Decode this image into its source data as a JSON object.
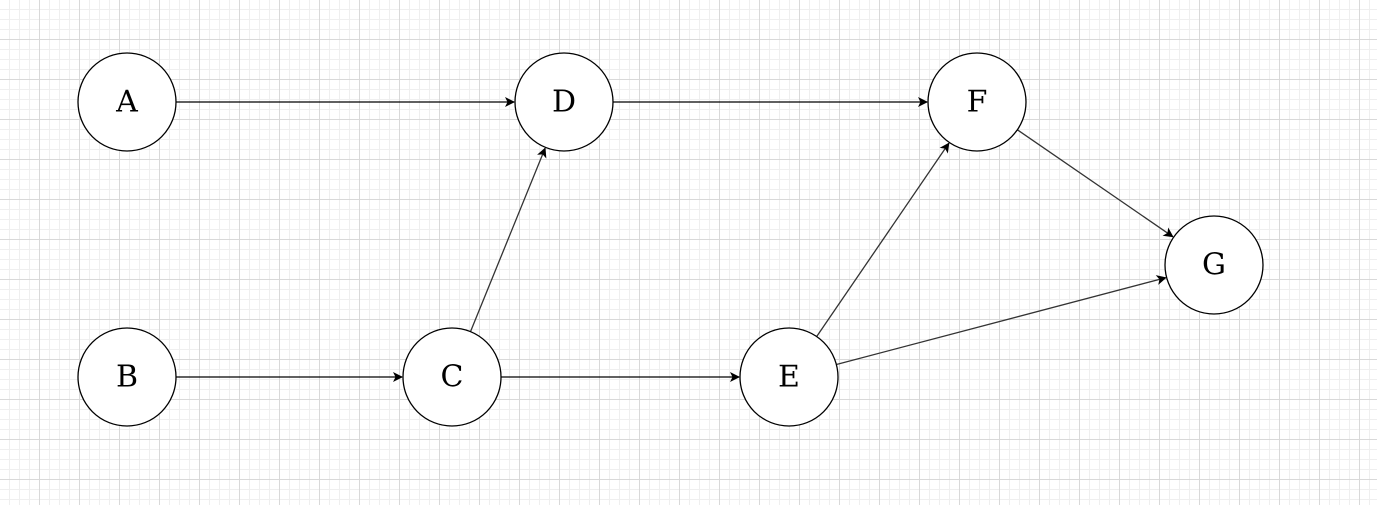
{
  "diagram": {
    "nodes": [
      {
        "id": "A",
        "label": "A"
      },
      {
        "id": "B",
        "label": "B"
      },
      {
        "id": "C",
        "label": "C"
      },
      {
        "id": "D",
        "label": "D"
      },
      {
        "id": "E",
        "label": "E"
      },
      {
        "id": "F",
        "label": "F"
      },
      {
        "id": "G",
        "label": "G"
      }
    ],
    "edges": [
      {
        "from": "A",
        "to": "D"
      },
      {
        "from": "D",
        "to": "F"
      },
      {
        "from": "F",
        "to": "G"
      },
      {
        "from": "B",
        "to": "C"
      },
      {
        "from": "C",
        "to": "D"
      },
      {
        "from": "C",
        "to": "E"
      },
      {
        "from": "E",
        "to": "F"
      },
      {
        "from": "E",
        "to": "G"
      }
    ],
    "colors": {
      "node_stroke": "#000000",
      "node_fill": "#ffffff",
      "edge": "#000000",
      "grid_major": "#d9d9d9",
      "grid_minor": "#efefef"
    }
  }
}
